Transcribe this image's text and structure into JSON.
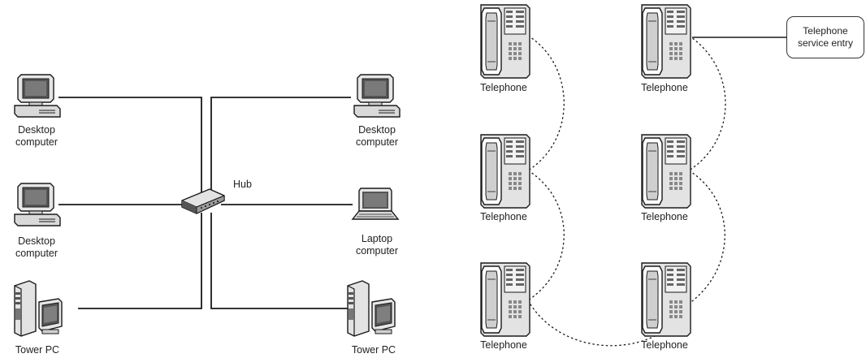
{
  "network": {
    "hub_label": "Hub",
    "left_devices": [
      {
        "kind": "desktop",
        "line1": "Desktop",
        "line2": "computer"
      },
      {
        "kind": "desktop",
        "line1": "Desktop",
        "line2": "computer"
      },
      {
        "kind": "tower",
        "line1": "Tower PC",
        "line2": ""
      }
    ],
    "right_devices": [
      {
        "kind": "desktop",
        "line1": "Desktop",
        "line2": "computer"
      },
      {
        "kind": "laptop",
        "line1": "Laptop",
        "line2": "computer"
      },
      {
        "kind": "tower",
        "line1": "Tower PC",
        "line2": ""
      }
    ]
  },
  "telephones": {
    "phone_label": "Telephone",
    "service_entry": {
      "line1": "Telephone",
      "line2": "service entry"
    },
    "phones": [
      {
        "label": "Telephone"
      },
      {
        "label": "Telephone"
      },
      {
        "label": "Telephone"
      },
      {
        "label": "Telephone"
      },
      {
        "label": "Telephone"
      },
      {
        "label": "Telephone"
      }
    ]
  },
  "colors": {
    "line": "#1a1a1a",
    "device_fill": "#d9d9d9",
    "device_dark": "#555555"
  }
}
